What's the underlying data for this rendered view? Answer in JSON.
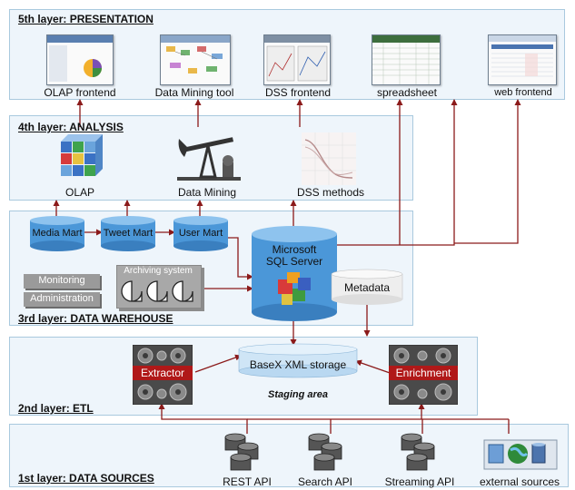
{
  "layers": {
    "presentation": "5th layer: PRESENTATION",
    "analysis": "4th layer: ANALYSIS",
    "warehouse": "3rd layer: DATA WAREHOUSE",
    "etl": "2nd layer: ETL",
    "sources": "1st layer: DATA SOURCES"
  },
  "presentation": {
    "olap_frontend": "OLAP frontend",
    "data_mining_tool": "Data Mining tool",
    "dss_frontend": "DSS frontend",
    "spreadsheet": "spreadsheet",
    "web_frontend": "web frontend"
  },
  "analysis": {
    "olap": "OLAP",
    "data_mining": "Data Mining",
    "dss_methods": "DSS methods"
  },
  "warehouse": {
    "media_mart": "Media Mart",
    "tweet_mart": "Tweet Mart",
    "user_mart": "User Mart",
    "sql_server_line1": "Microsoft",
    "sql_server_line2": "SQL Server",
    "metadata": "Metadata",
    "monitoring": "Monitoring",
    "administration": "Administration",
    "archiving_system": "Archiving system"
  },
  "etl": {
    "extractor": "Extractor",
    "enrichment": "Enrichment",
    "basex": "BaseX XML storage",
    "staging": "Staging area"
  },
  "sources": {
    "rest_api": "REST API",
    "search_api": "Search API",
    "streaming_api": "Streaming API",
    "external_sources": "external sources"
  },
  "colors": {
    "layer_bg": "#eef5fb",
    "layer_border": "#a9c9de",
    "arrow": "#8b1a1a",
    "cylinder": "#3d8fd6",
    "etl_label": "#b01818"
  }
}
